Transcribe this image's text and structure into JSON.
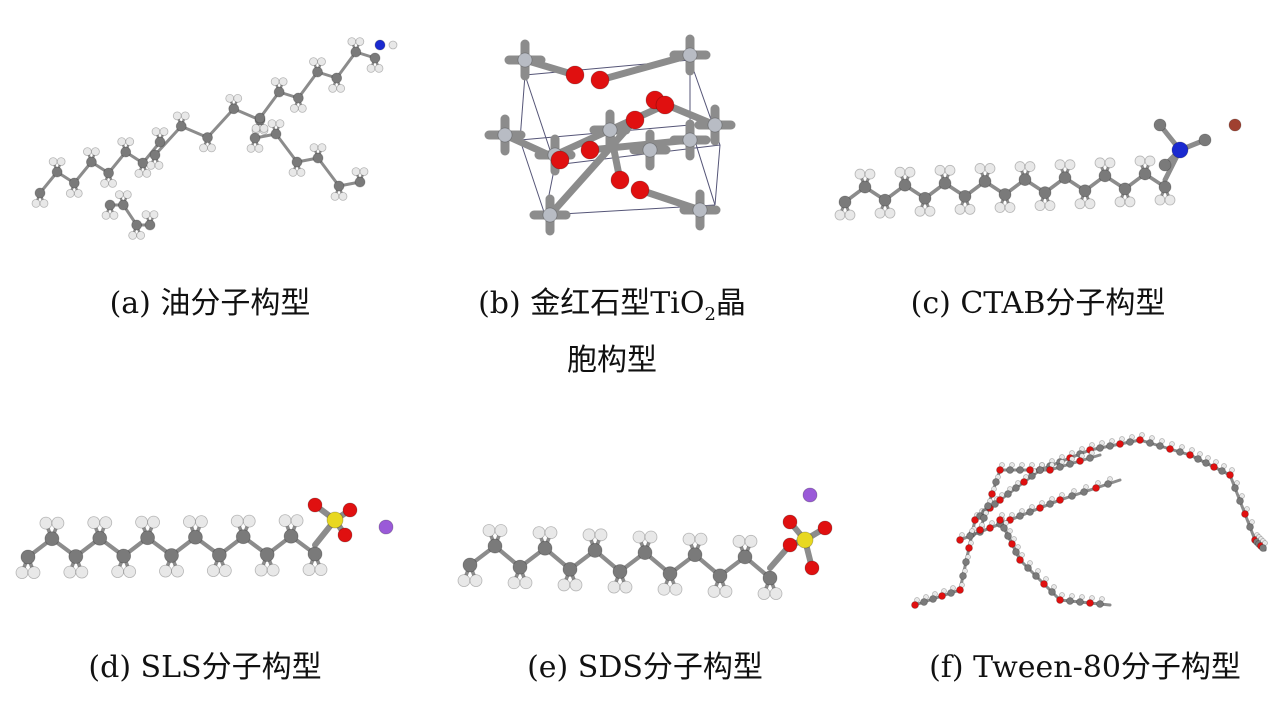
{
  "panels": [
    {
      "id": "a",
      "caption": "(a) 油分子构型"
    },
    {
      "id": "b",
      "caption_prefix": "(b) 金红石型TiO",
      "caption_sub": "2",
      "caption_suffix": "晶",
      "caption_line2": "胞构型"
    },
    {
      "id": "c",
      "caption": "(c) CTAB分子构型"
    },
    {
      "id": "d",
      "caption": "(d) SLS分子构型"
    },
    {
      "id": "e",
      "caption": "(e) SDS分子构型"
    },
    {
      "id": "f",
      "caption": "(f) Tween-80分子构型"
    }
  ],
  "colors": {
    "carbon": "#7a7a7a",
    "hydrogen": "#e8e8e8",
    "oxygen": "#e01010",
    "nitrogen": "#1a2ad0",
    "sulfur": "#e8d820",
    "sodium": "#9a5ad8",
    "bromine": "#a04030",
    "titanium": "#b8bcc4"
  }
}
